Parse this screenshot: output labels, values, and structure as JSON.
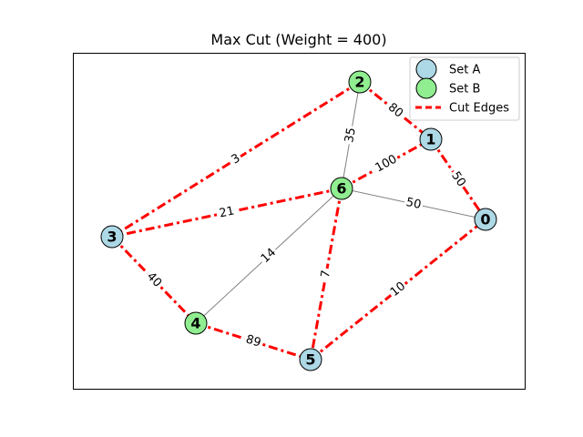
{
  "title": "Max Cut (Weight = 400)",
  "colors": {
    "set_a": "#add8e6",
    "set_b": "#90ee90",
    "cut_edge": "#ff0000",
    "normal_edge": "#808080"
  },
  "legend": [
    {
      "label": "Set A",
      "kind": "set_a"
    },
    {
      "label": "Set B",
      "kind": "set_b"
    },
    {
      "label": "Cut Edges",
      "kind": "cut"
    }
  ],
  "nodes": [
    {
      "id": "0",
      "set": "A"
    },
    {
      "id": "1",
      "set": "A"
    },
    {
      "id": "2",
      "set": "B"
    },
    {
      "id": "3",
      "set": "A"
    },
    {
      "id": "4",
      "set": "B"
    },
    {
      "id": "5",
      "set": "A"
    },
    {
      "id": "6",
      "set": "B"
    }
  ],
  "edges": [
    {
      "from": "2",
      "to": "1",
      "weight": "80",
      "cut": true
    },
    {
      "from": "1",
      "to": "0",
      "weight": "50",
      "cut": true
    },
    {
      "from": "6",
      "to": "1",
      "weight": "100",
      "cut": true
    },
    {
      "from": "2",
      "to": "3",
      "weight": "3",
      "cut": true
    },
    {
      "from": "6",
      "to": "3",
      "weight": "21",
      "cut": true
    },
    {
      "from": "3",
      "to": "4",
      "weight": "40",
      "cut": true
    },
    {
      "from": "4",
      "to": "5",
      "weight": "89",
      "cut": true
    },
    {
      "from": "6",
      "to": "5",
      "weight": "7",
      "cut": true
    },
    {
      "from": "5",
      "to": "0",
      "weight": "10",
      "cut": true
    },
    {
      "from": "2",
      "to": "6",
      "weight": "35",
      "cut": false
    },
    {
      "from": "6",
      "to": "0",
      "weight": "50",
      "cut": false
    },
    {
      "from": "6",
      "to": "4",
      "weight": "14",
      "cut": false
    }
  ]
}
